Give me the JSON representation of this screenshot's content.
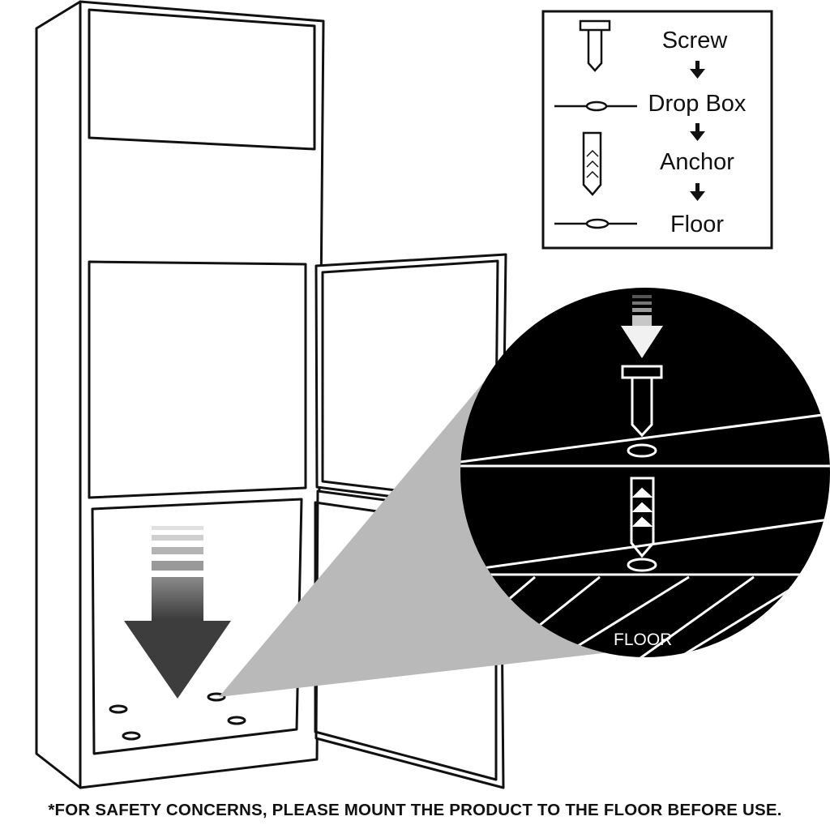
{
  "legend": {
    "steps": [
      "Screw",
      "Drop Box",
      "Anchor",
      "Floor"
    ]
  },
  "callout": {
    "floor_label": "FLOOR"
  },
  "footer": {
    "note": "*FOR SAFETY CONCERNS, PLEASE MOUNT THE PRODUCT TO THE FLOOR BEFORE USE."
  },
  "colors": {
    "line": "#111111",
    "callout_fill": "#000000",
    "beam_fill": "#b9b9b9",
    "arrow_dark": "#3d3d3d",
    "arrow_light": "#bfbfbf"
  },
  "icons": [
    "screw-icon",
    "drop-box-hole-icon",
    "anchor-icon",
    "floor-hole-icon",
    "down-arrow-icon"
  ]
}
